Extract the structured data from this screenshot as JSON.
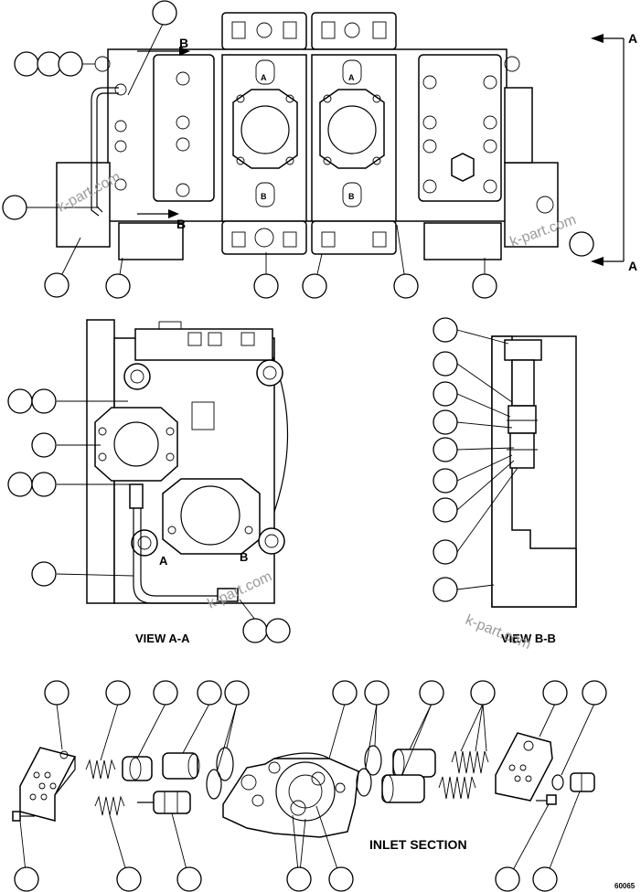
{
  "labels": {
    "section_a": "A",
    "section_a_bottom": "A",
    "section_b_top": "B",
    "section_b_bottom": "B",
    "port_a": "A",
    "port_b": "B",
    "port_a_2": "A",
    "port_b_2": "B",
    "view_port_a": "A",
    "view_port_b": "B",
    "view_aa": "VIEW A-A",
    "view_bb": "VIEW B-B",
    "inlet_section": "INLET SECTION",
    "figure_number": "60065"
  },
  "watermarks": [
    "k-part.com",
    "k-part.com",
    "k-part.com",
    "k-part.com"
  ],
  "colors": {
    "line": "#000000",
    "background": "#ffffff",
    "watermark": "#9a9a9a"
  }
}
